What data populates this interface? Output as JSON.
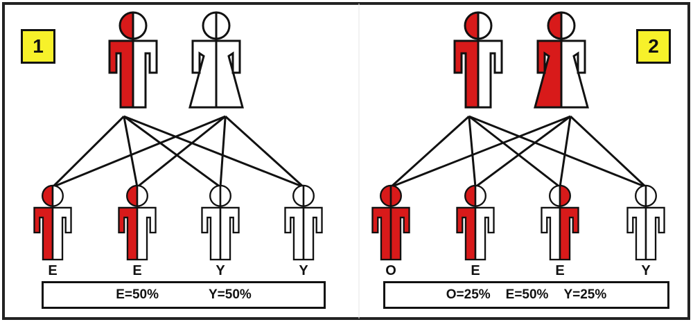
{
  "colors": {
    "affected": "#d81a1a",
    "unaffected": "#ffffff",
    "outline": "#111111",
    "badge": "#f7f12a",
    "frame": "#222222"
  },
  "panels": [
    {
      "id": "1",
      "badge": "1",
      "parents": [
        {
          "sex": "male",
          "left": "affected",
          "right": "unaffected"
        },
        {
          "sex": "female",
          "left": "unaffected",
          "right": "unaffected"
        }
      ],
      "children": [
        {
          "label": "E",
          "left": "affected",
          "right": "unaffected"
        },
        {
          "label": "E",
          "left": "affected",
          "right": "unaffected"
        },
        {
          "label": "Y",
          "left": "unaffected",
          "right": "unaffected"
        },
        {
          "label": "Y",
          "left": "unaffected",
          "right": "unaffected"
        }
      ],
      "summary": [
        "E=50%",
        "Y=50%"
      ]
    },
    {
      "id": "2",
      "badge": "2",
      "parents": [
        {
          "sex": "male",
          "left": "affected",
          "right": "unaffected"
        },
        {
          "sex": "female",
          "left": "affected",
          "right": "unaffected"
        }
      ],
      "children": [
        {
          "label": "O",
          "left": "affected",
          "right": "affected"
        },
        {
          "label": "E",
          "left": "affected",
          "right": "unaffected"
        },
        {
          "label": "E",
          "left": "unaffected",
          "right": "affected"
        },
        {
          "label": "Y",
          "left": "unaffected",
          "right": "unaffected"
        }
      ],
      "summary": [
        "O=25%",
        "E=50%",
        "Y=25%"
      ]
    }
  ]
}
